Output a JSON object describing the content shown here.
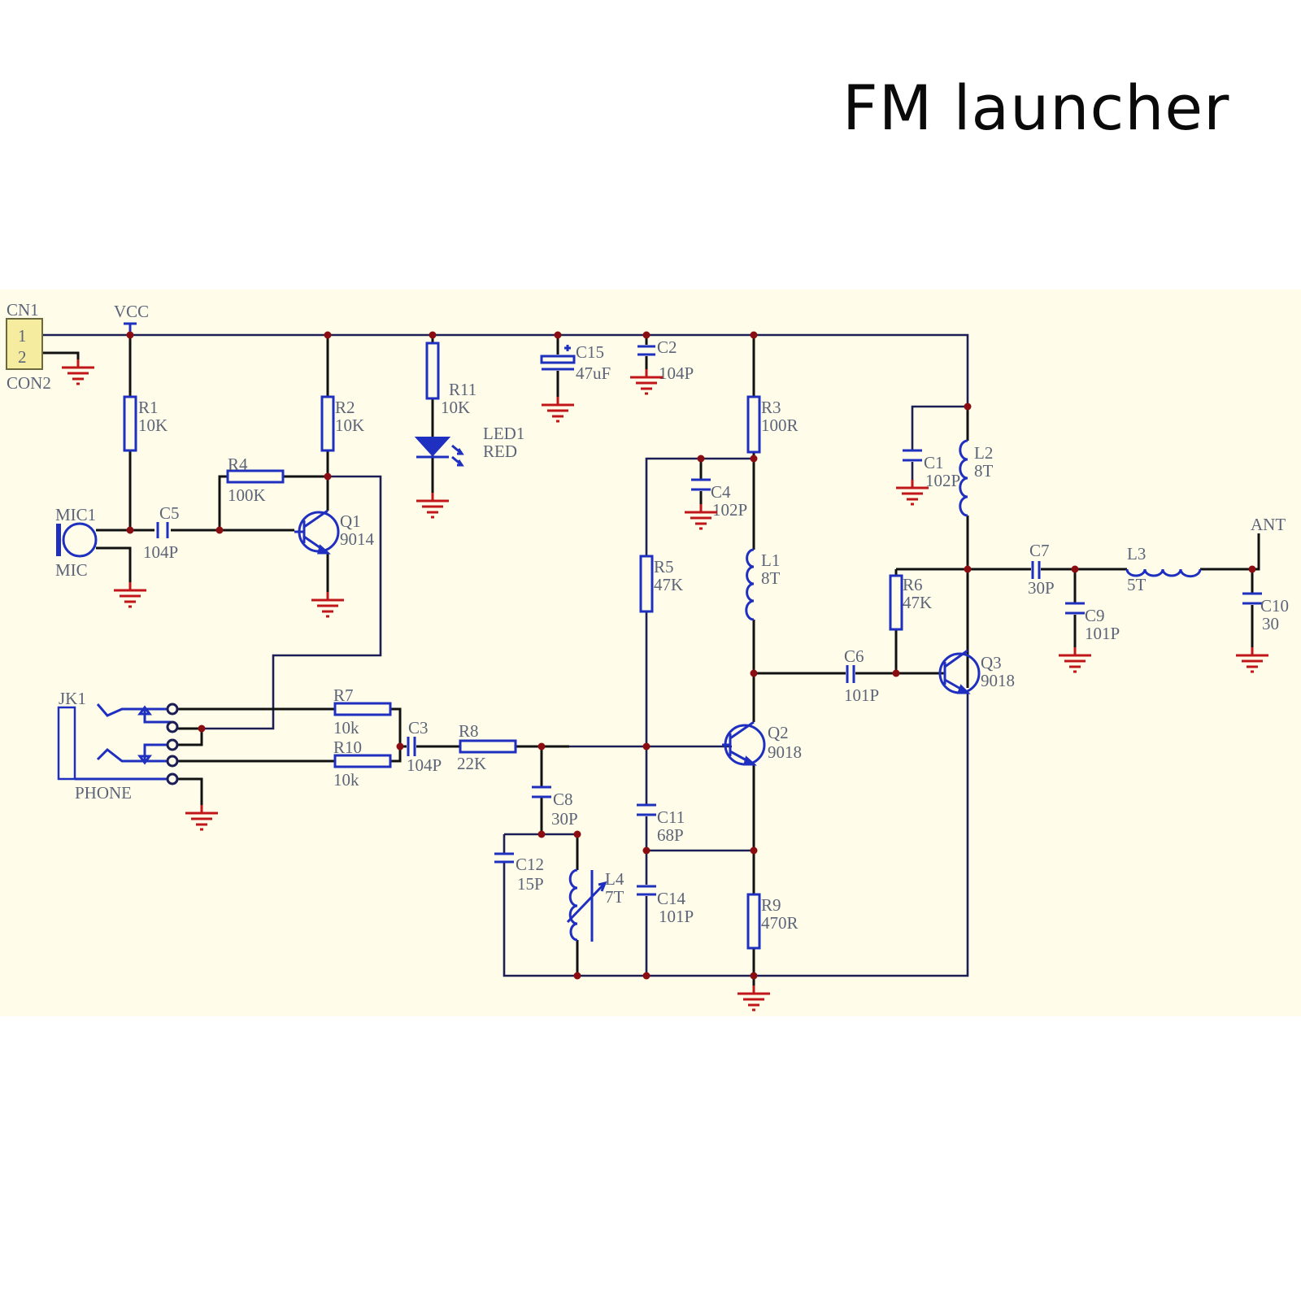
{
  "title": "FM launcher",
  "colors": {
    "background": "#ffffff",
    "schematic_background": "#fffde9",
    "wire": "#1b1f55",
    "component": "#1f2fc0",
    "ground": "#c0161a",
    "junction": "#8a0d12",
    "label": "#5c6478"
  },
  "connector": {
    "designator": "CN1",
    "type": "CON2",
    "pins": [
      "1",
      "2"
    ]
  },
  "power": {
    "vcc": "VCC",
    "antenna": "ANT"
  },
  "components": {
    "R1": {
      "ref": "R1",
      "value": "10K"
    },
    "R2": {
      "ref": "R2",
      "value": "10K"
    },
    "R3": {
      "ref": "R3",
      "value": "100R"
    },
    "R4": {
      "ref": "R4",
      "value": "100K"
    },
    "R5": {
      "ref": "R5",
      "value": "47K"
    },
    "R6": {
      "ref": "R6",
      "value": "47K"
    },
    "R7": {
      "ref": "R7",
      "value": "10k"
    },
    "R8": {
      "ref": "R8",
      "value": "22K"
    },
    "R9": {
      "ref": "R9",
      "value": "470R"
    },
    "R10": {
      "ref": "R10",
      "value": "10k"
    },
    "R11": {
      "ref": "R11",
      "value": "10K"
    },
    "C1": {
      "ref": "C1",
      "value": "102P"
    },
    "C2": {
      "ref": "C2",
      "value": "104P"
    },
    "C3": {
      "ref": "C3",
      "value": "104P"
    },
    "C4": {
      "ref": "C4",
      "value": "102P"
    },
    "C5": {
      "ref": "C5",
      "value": "104P"
    },
    "C6": {
      "ref": "C6",
      "value": "101P"
    },
    "C7": {
      "ref": "C7",
      "value": "30P"
    },
    "C8": {
      "ref": "C8",
      "value": "30P"
    },
    "C9": {
      "ref": "C9",
      "value": "101P"
    },
    "C10": {
      "ref": "C10",
      "value": "30"
    },
    "C11": {
      "ref": "C11",
      "value": "68P"
    },
    "C12": {
      "ref": "C12",
      "value": "15P"
    },
    "C14": {
      "ref": "C14",
      "value": "101P"
    },
    "C15": {
      "ref": "C15",
      "value": "47uF"
    },
    "L1": {
      "ref": "L1",
      "value": "8T"
    },
    "L2": {
      "ref": "L2",
      "value": "8T"
    },
    "L3": {
      "ref": "L3",
      "value": "5T"
    },
    "L4": {
      "ref": "L4",
      "value": "7T"
    },
    "Q1": {
      "ref": "Q1",
      "value": "9014"
    },
    "Q2": {
      "ref": "Q2",
      "value": "9018"
    },
    "Q3": {
      "ref": "Q3",
      "value": "9018"
    },
    "LED1": {
      "ref": "LED1",
      "value": "RED"
    },
    "MIC1": {
      "ref": "MIC1",
      "value": "MIC"
    },
    "JK1": {
      "ref": "JK1",
      "value": "PHONE"
    }
  }
}
